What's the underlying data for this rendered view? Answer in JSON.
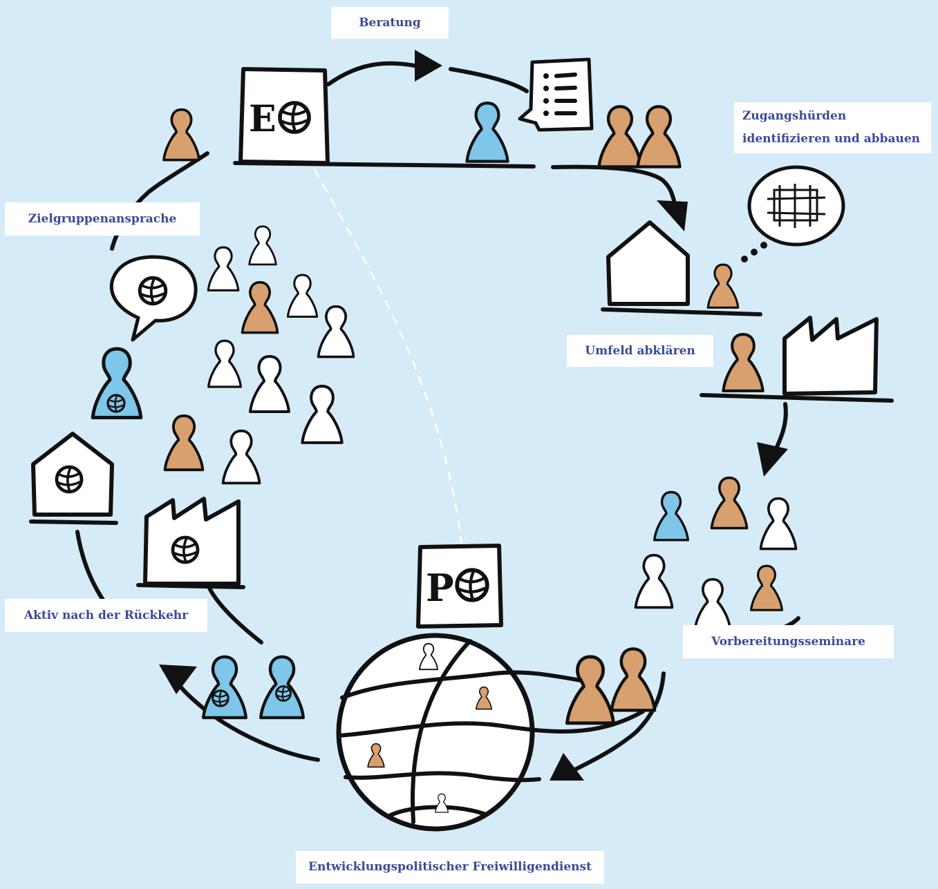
{
  "labels": {
    "beratung": "Beratung",
    "zugang_line1": "Zugangshürden",
    "zugang_line2": "identifizieren und abbauen",
    "zielgruppe": "Zielgruppenansprache",
    "umfeld": "Umfeld abklären",
    "aktiv": "Aktiv nach der Rückkehr",
    "vorbereitung": "Vorbereitungsseminare",
    "freiwilligendienst": "Entwicklungspolitischer Freiwilligendienst"
  },
  "signs": {
    "eo_letters": "E",
    "po_letters": "P"
  },
  "colors": {
    "background": "#d6ebf8",
    "label_text": "#3b4a9a",
    "figure_orange": "#d7a06e",
    "figure_blue": "#7ec6ea",
    "stroke": "#111111"
  },
  "icons": [
    "pawn-icon",
    "house-icon",
    "factory-icon",
    "globe-icon",
    "speech-bubble-icon",
    "checklist-icon",
    "barrier-bubble-icon",
    "globe-logo-icon",
    "arrow-icon"
  ]
}
